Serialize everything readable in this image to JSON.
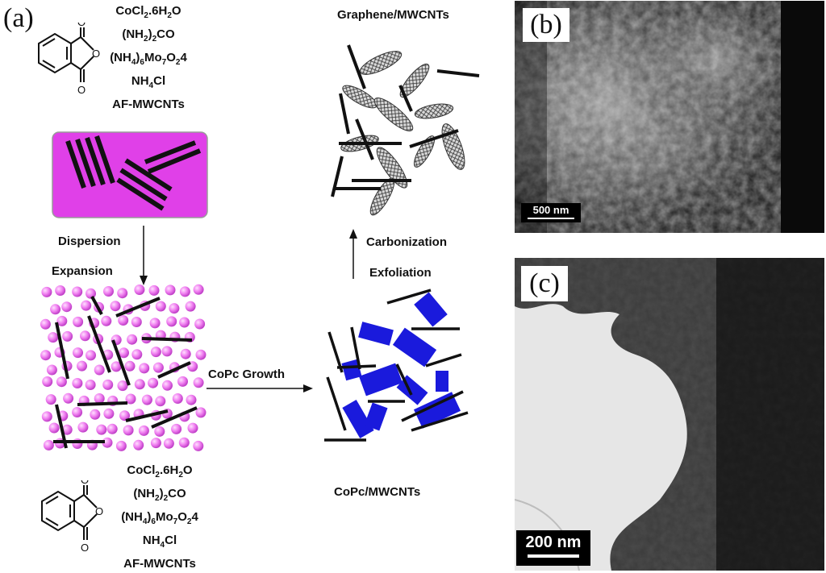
{
  "panel_a": {
    "label": "(a)",
    "reagents_top": [
      "CoCl2.6H2O",
      "(NH2)2CO",
      "(NH4)6Mo7O24",
      "NH4Cl",
      "AF-MWCNTs"
    ],
    "reagents_bottom": [
      "CoCl2.6H2O",
      "(NH2)2CO",
      "(NH4)6Mo7O24",
      "NH4Cl",
      "AF-MWCNTs"
    ],
    "step_dispersion": "Dispersion",
    "step_expansion": "Expansion",
    "step_growth": "CoPc Growth",
    "step_carbonization": "Carbonization",
    "step_exfoliation": "Exfoliation",
    "product_top": "Graphene/MWCNTs",
    "product_bottom": "CoPc/MWCNTs",
    "colors": {
      "magenta": "#e040e8",
      "sphere": "#f07ff0",
      "blue": "#1a1adc"
    }
  },
  "panel_b": {
    "label": "(b)",
    "scale": "500 nm"
  },
  "panel_c": {
    "label": "(c)",
    "scale": "200 nm"
  }
}
